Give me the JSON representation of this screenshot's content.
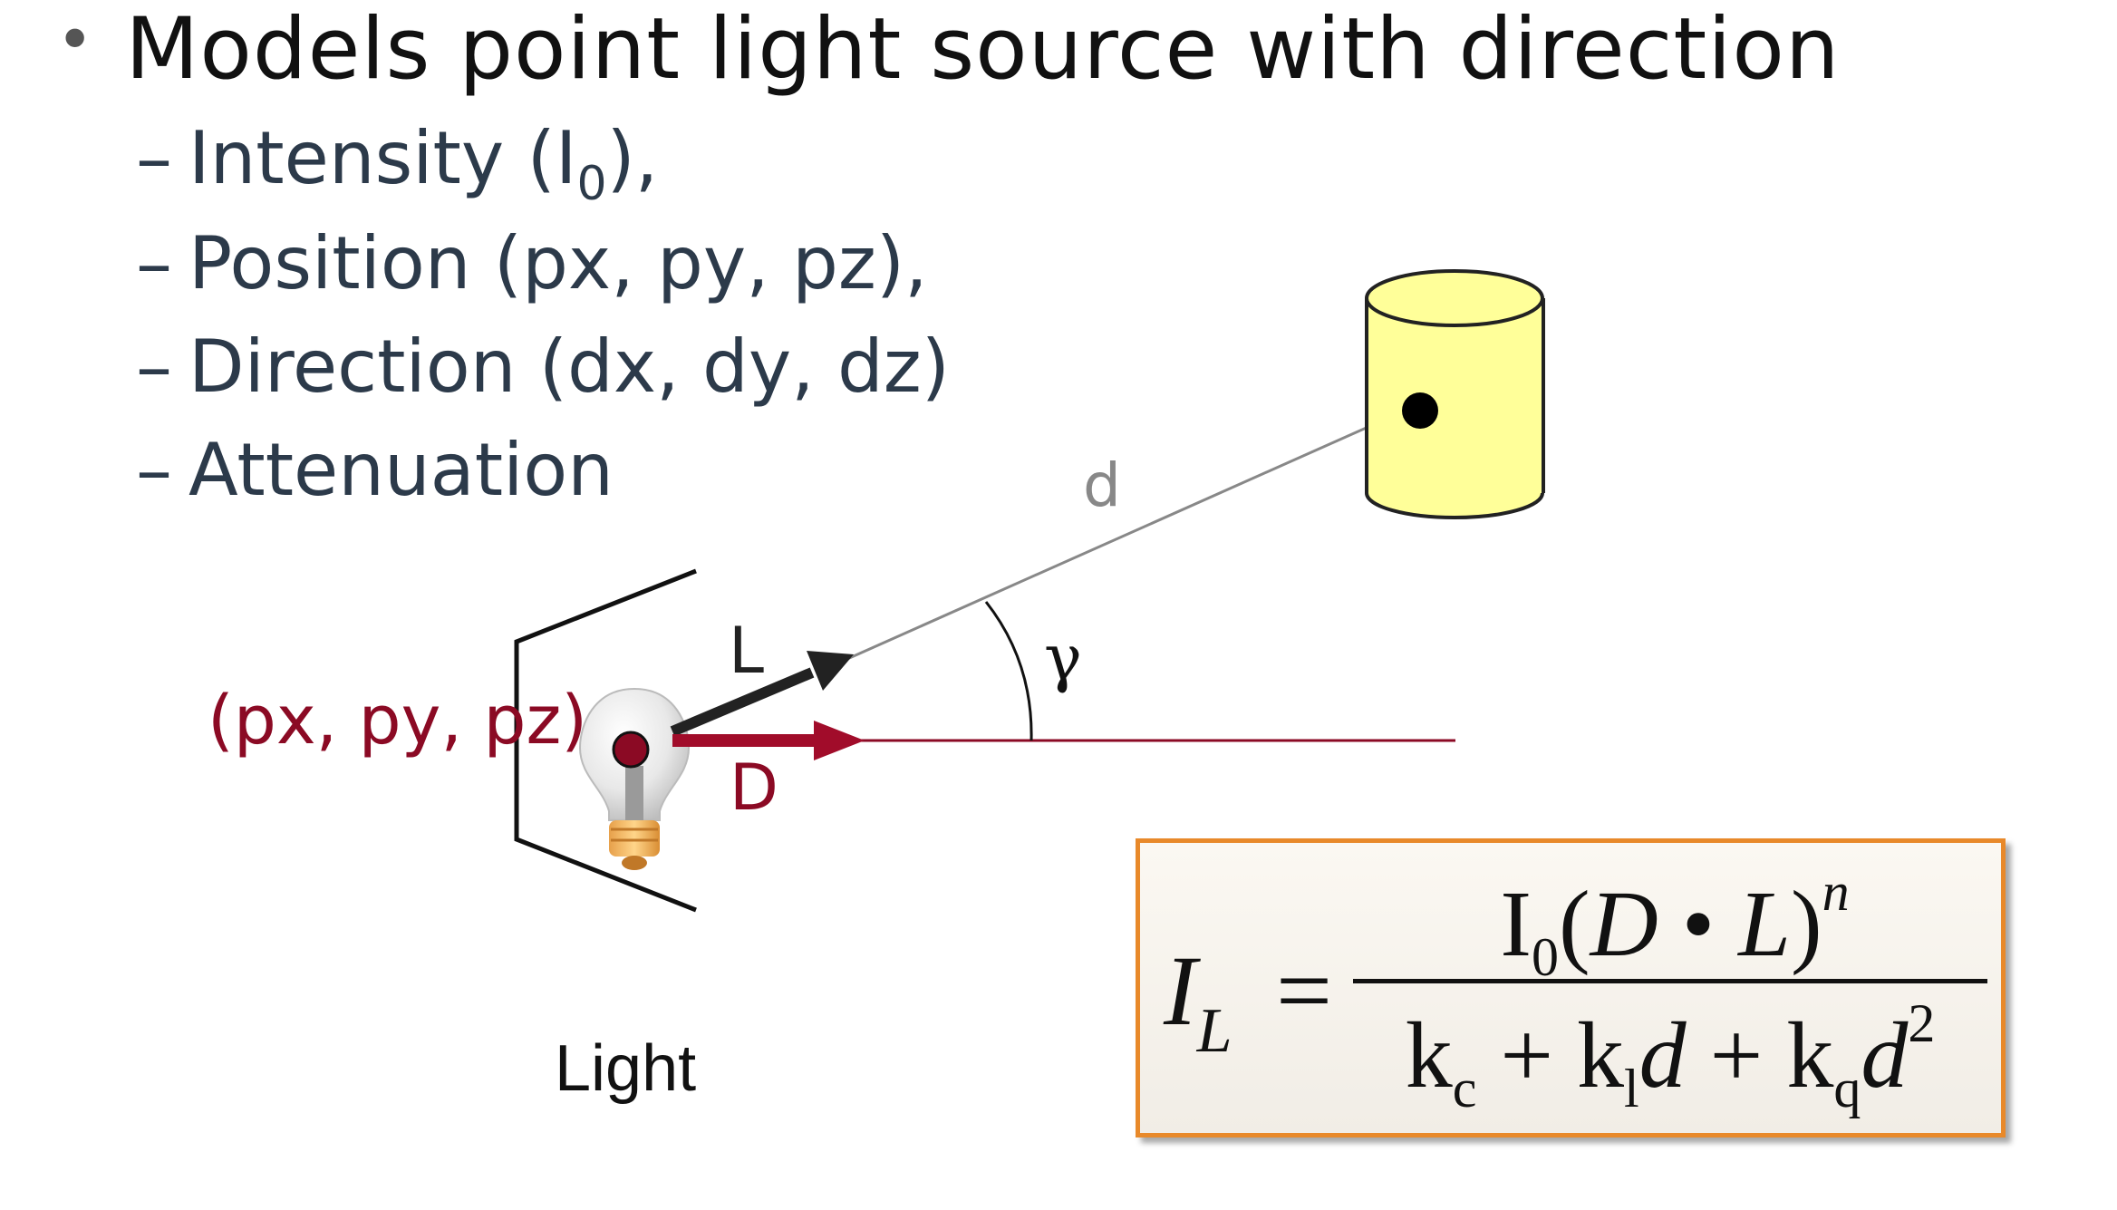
{
  "bullet": {
    "text": "Models point light source with direction"
  },
  "sub_items": [
    {
      "label": "Intensity (I",
      "sub": "0",
      "after": "),"
    },
    {
      "label": "Position (px, py, pz),"
    },
    {
      "label": "Direction (dx, dy, dz)"
    },
    {
      "label": "Attenuation"
    }
  ],
  "diagram": {
    "position_label": "(px, py, pz)",
    "light_label": "Light",
    "vector_L": "L",
    "vector_D": "D",
    "distance_label": "d",
    "angle_label": "γ"
  },
  "formula": {
    "lhs_main": "I",
    "lhs_sub": "L",
    "equals": "=",
    "num_I": "I",
    "num_I_sub": "0",
    "num_open": "(",
    "num_D": "D",
    "num_dot": " • ",
    "num_L": "L",
    "num_close": ")",
    "num_exp": "n",
    "den_k1": "k",
    "den_k1_sub": "c",
    "den_plus1": " + ",
    "den_k2": "k",
    "den_k2_sub": "l",
    "den_d1": "d",
    "den_plus2": " + ",
    "den_k3": "k",
    "den_k3_sub": "q",
    "den_d2": "d",
    "den_exp": "2"
  },
  "colors": {
    "text": "#111111",
    "sub_text": "#2c3a4a",
    "dark_red": "#8b0a24",
    "cylinder_fill": "#ffff99",
    "formula_border": "#e8892a"
  }
}
